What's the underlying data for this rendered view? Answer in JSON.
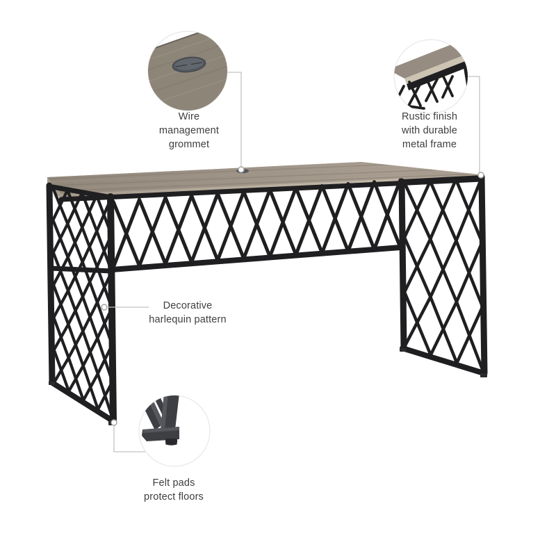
{
  "callouts": {
    "wire_grommet": {
      "line1": "Wire",
      "line2": "management",
      "line3": "grommet"
    },
    "rustic_finish": {
      "line1": "Rustic finish",
      "line2": "with durable",
      "line3": "metal frame"
    },
    "harlequin": {
      "line1": "Decorative",
      "line2": "harlequin pattern"
    },
    "felt_pads": {
      "line1": "Felt pads",
      "line2": "protect floors"
    }
  },
  "colors": {
    "frame": "#1f1f21",
    "frame_soft": "#2b2b2d",
    "wood_top": "#91877b",
    "wood_top_light": "#a89d90",
    "wood_edge": "#a59a8c",
    "wood_edge_light": "#cdc3b3",
    "grommet": "#52575d",
    "grommet_inner": "#61676d",
    "grommet_seam": "#3a3e43",
    "leader": "#c2c2c2",
    "marker_stroke": "#a3a3a3",
    "inset_stroke": "#ebebeb",
    "leg_dark": "#3e3f43",
    "leg_light": "#56575c",
    "pad_dark": "#28292c",
    "text": "#3e3e3e"
  }
}
